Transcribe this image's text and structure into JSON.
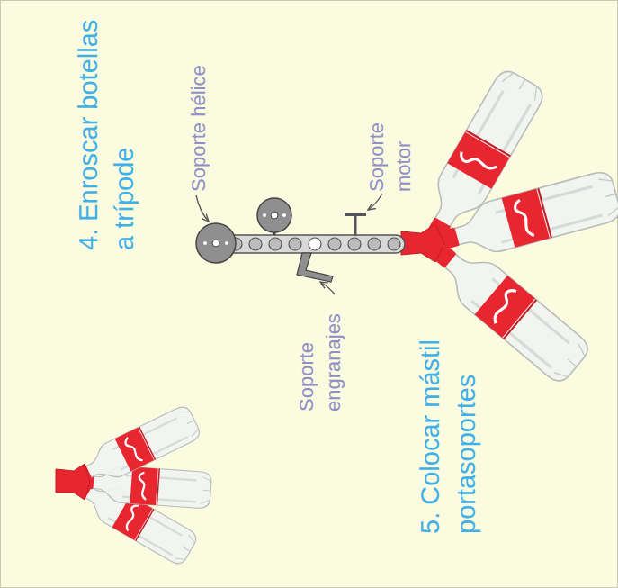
{
  "diagram": {
    "labels": [
      "4. Enroscar botellas a trípode",
      "Soporte hélice",
      "Soporte motor",
      "Soporte engranajes",
      "5. Colocar mástil portasoportes"
    ]
  }
}
